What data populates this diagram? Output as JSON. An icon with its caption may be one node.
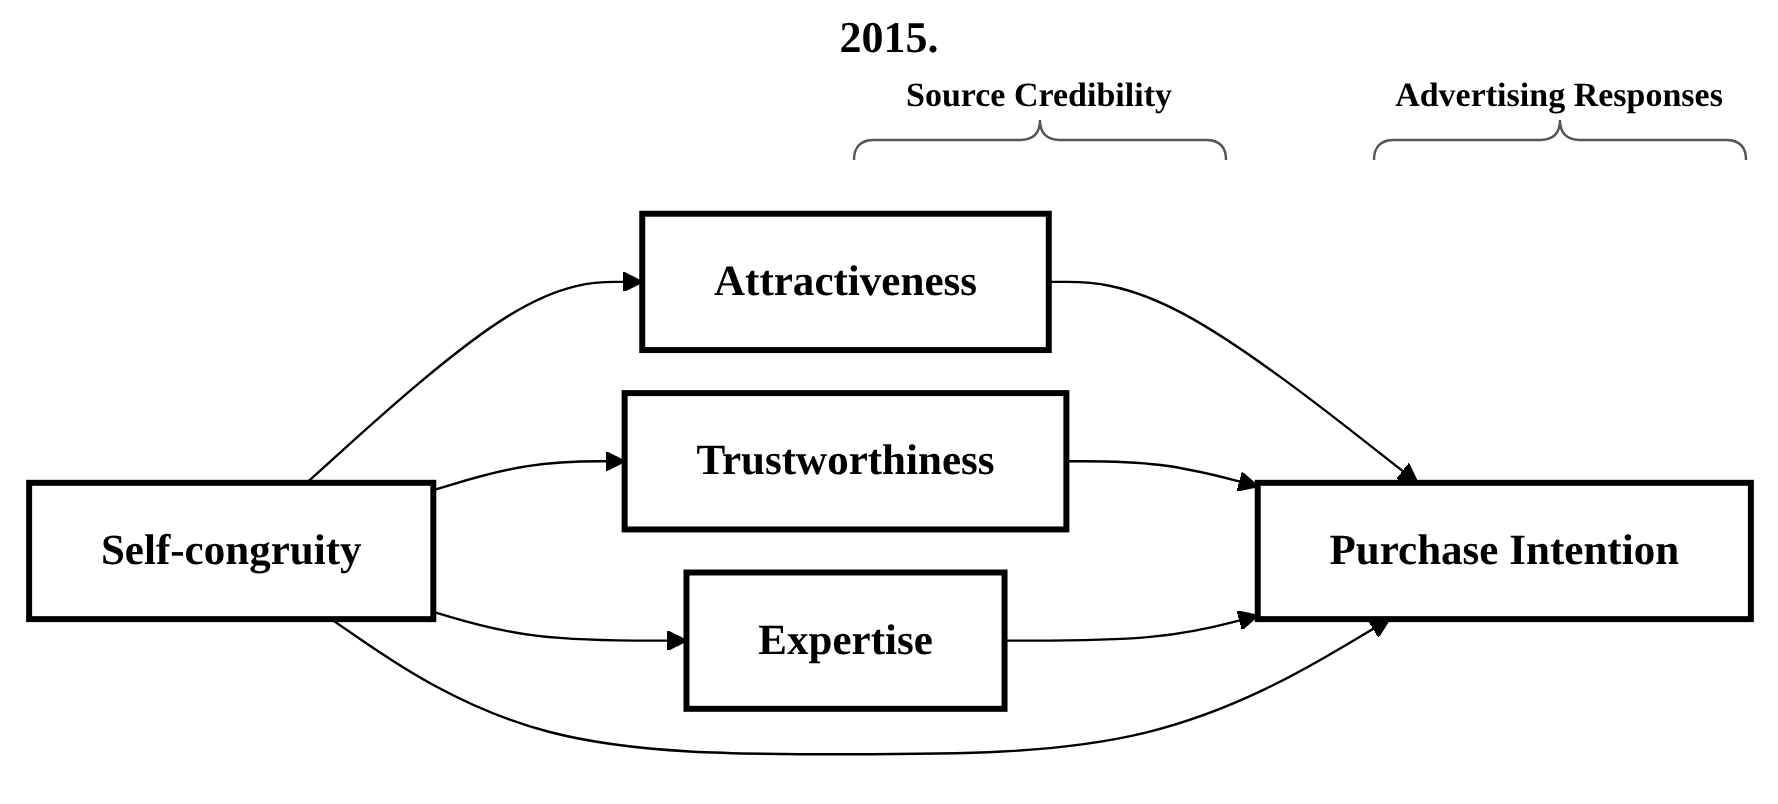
{
  "diagram": {
    "title": "2015.",
    "nodes": [
      {
        "text": [
          "Self-congruity"
        ]
      },
      {
        "text": [
          "Attractiveness"
        ]
      },
      {
        "text": [
          "Trustworthiness"
        ]
      },
      {
        "text": [
          "Expertise"
        ]
      },
      {
        "text": [
          "Purchase Intention"
        ]
      }
    ],
    "edges": [
      {
        "from": 0,
        "to": 1,
        "arrow": "to"
      },
      {
        "from": 0,
        "to": 2,
        "arrow": "to"
      },
      {
        "from": 0,
        "to": 3,
        "arrow": "to"
      },
      {
        "from": 1,
        "to": 4,
        "arrow": "to"
      },
      {
        "from": 2,
        "to": 4,
        "arrow": "to"
      },
      {
        "from": 3,
        "to": 4,
        "arrow": "to"
      },
      {
        "from": 0,
        "to": 4,
        "arrow": "to"
      }
    ],
    "labels": [
      "Source Credibility",
      "Advertising Responses"
    ]
  }
}
